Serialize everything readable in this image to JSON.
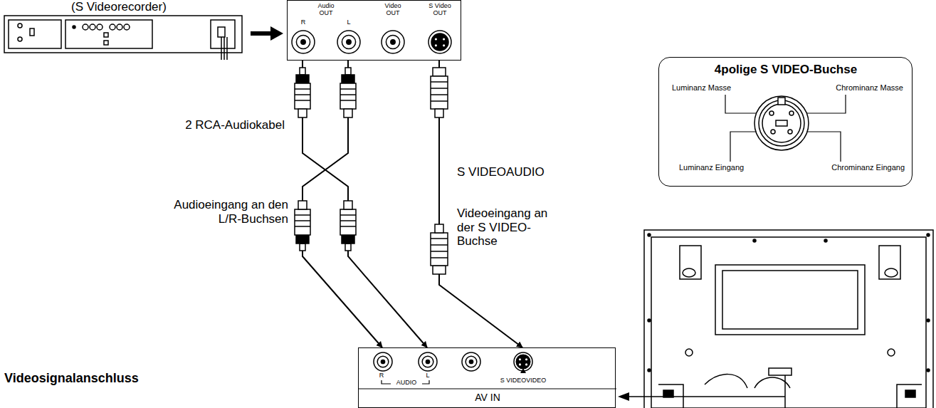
{
  "diagram": {
    "title": "Videosignalanschluss",
    "nodes": [
      {
        "text": [
          "Audio OUT",
          "R",
          "L",
          "Video OUT",
          "S Video OUT"
        ]
      },
      {
        "text": [
          "R",
          "L",
          "AUDIO",
          "S VIDEOVIDEO",
          "AV IN"
        ]
      },
      {
        "text": [
          "4polige S VIDEO-Buchse",
          "Luminanz Masse",
          "Chrominanz Masse",
          "Luminanz Eingang",
          "Chrominanz Eingang"
        ]
      }
    ],
    "edges": [
      {
        "from": 0,
        "to": 1,
        "arrow": "to"
      },
      {
        "from": 0,
        "to": 1,
        "arrow": "to"
      },
      {
        "from": 0,
        "to": 1,
        "arrow": "to"
      }
    ],
    "labels": [
      "(S Videorecorder)",
      "2 RCA-Audiokabel",
      "S VIDEOAUDIO",
      "Audioeingang an den L/R-Buchsen",
      "Videoeingang an der S VIDEO-Buchse"
    ]
  }
}
